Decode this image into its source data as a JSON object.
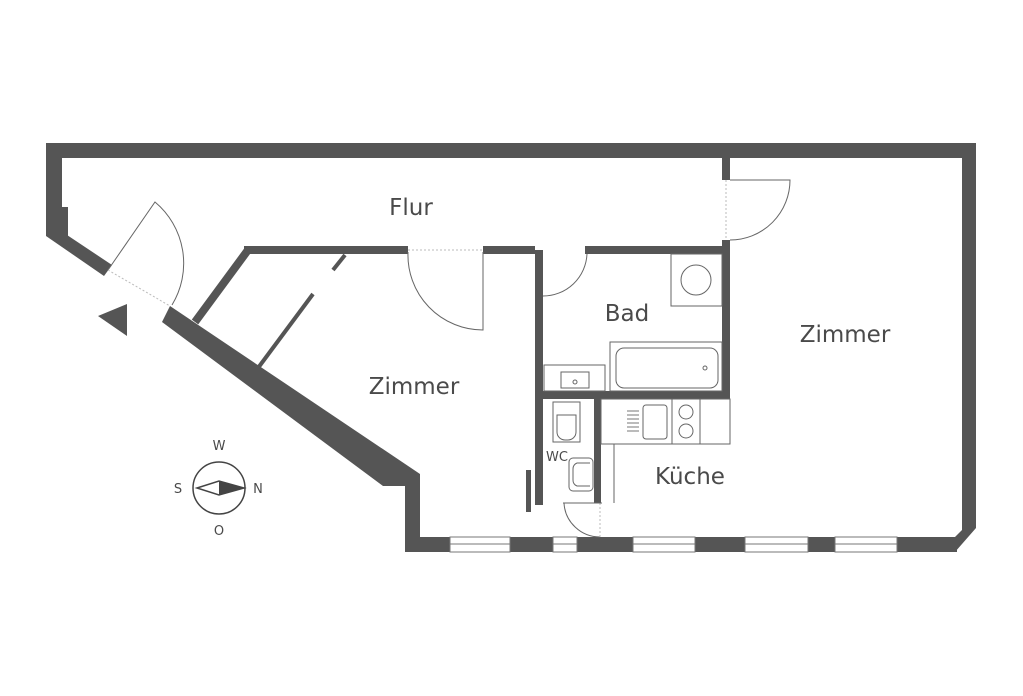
{
  "plan": {
    "rooms": {
      "flur": "Flur",
      "zimmer_left": "Zimmer",
      "zimmer_right": "Zimmer",
      "bad": "Bad",
      "kueche": "Küche",
      "wc": "WC"
    },
    "compass": {
      "top": "W",
      "left": "S",
      "right": "N",
      "bottom": "O"
    },
    "colors": {
      "wall": "#555555",
      "text": "#4a4a4a"
    }
  }
}
